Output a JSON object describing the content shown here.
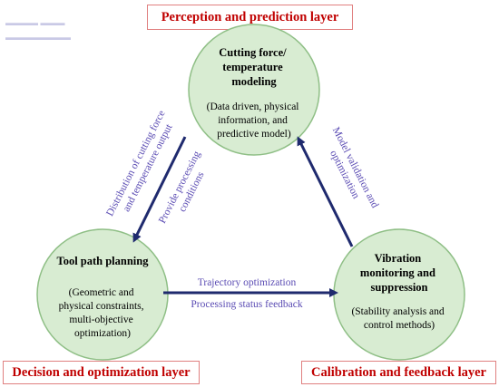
{
  "layers": {
    "top": "Perception and prediction layer",
    "bottom_left": "Decision and optimization layer",
    "bottom_right": "Calibration and feedback layer"
  },
  "nodes": {
    "top": {
      "title_lines": [
        "Cutting force/",
        "temperature",
        "modeling"
      ],
      "desc_lines": [
        "(Data driven, physical",
        "information, and",
        "predictive model)"
      ]
    },
    "left": {
      "title_lines": [
        "Tool path planning"
      ],
      "desc_lines": [
        "(Geometric and",
        "physical constraints,",
        "multi-objective",
        "optimization)"
      ]
    },
    "right": {
      "title_lines": [
        "Vibration",
        "monitoring and",
        "suppression"
      ],
      "desc_lines": [
        "(Stability analysis and",
        "control methods)"
      ]
    }
  },
  "edges": {
    "left_diag": {
      "outer_lines": [
        "Distribution of cutting force",
        "and temperature output"
      ],
      "inner_lines": [
        "Provide processing",
        "conditions"
      ]
    },
    "right_diag": {
      "lines": [
        "Model validation and",
        "optimization"
      ]
    },
    "bottom": {
      "top_label": "Trajectory optimization",
      "bottom_label": "Processing status feedback"
    }
  },
  "colors": {
    "circle_fill": "#d8ecd2",
    "circle_stroke": "#8fbf86",
    "arrow": "#1f2a6e",
    "layer_text": "#c00000",
    "layer_border": "#e08080",
    "edge_text": "#5a4bb3"
  }
}
